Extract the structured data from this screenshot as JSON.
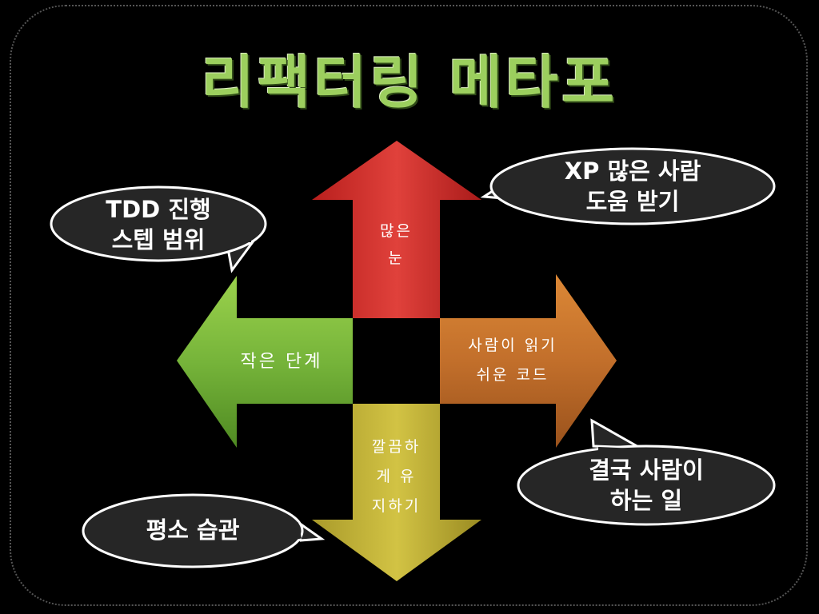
{
  "title": "리팩터링 메타포",
  "colors": {
    "up": "#d9302e",
    "left": "#7fbf3d",
    "right": "#cf7a2f",
    "down": "#c4b238",
    "title": "#9ccf5e",
    "bubble_fill": "#262626",
    "bubble_stroke": "#ffffff"
  },
  "arrows": {
    "up": "많은\n눈",
    "left": "작은 단계",
    "right": "사람이 읽기\n쉬운 코드",
    "down": "깔끔하\n게 유\n지하기"
  },
  "bubbles": {
    "top_right": "XP 많은 사람\n도움 받기",
    "top_left": "TDD 진행\n스텝 범위",
    "bottom_right": "결국 사람이\n하는 일",
    "bottom_left": "평소 습관"
  }
}
